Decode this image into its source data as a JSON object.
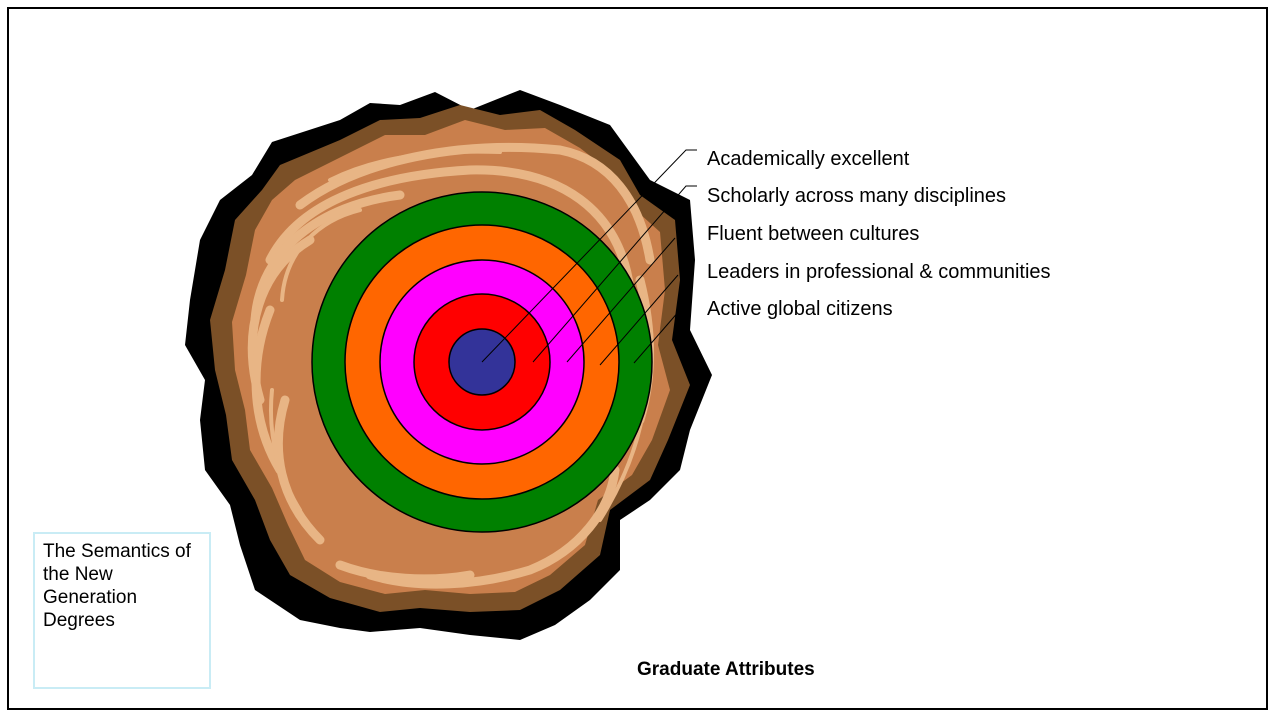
{
  "diagram": {
    "rings": [
      {
        "label": "Academically excellent",
        "color": "#333399"
      },
      {
        "label": "Scholarly across many disciplines",
        "color": "#ff0000"
      },
      {
        "label": "Fluent between cultures",
        "color": "#ff00ff"
      },
      {
        "label": "Leaders in professional & communities",
        "color": "#ff6600"
      },
      {
        "label": "Active global citizens",
        "color": "#008000"
      }
    ],
    "log_colors": {
      "outer_bark": "#000000",
      "inner_bark": "#7b5027",
      "wood": "#c97f4c",
      "grain": "#e8b585"
    }
  },
  "caption_box": {
    "text": "The Semantics of the New Generation Degrees"
  },
  "bottom_title": "Graduate Attributes"
}
